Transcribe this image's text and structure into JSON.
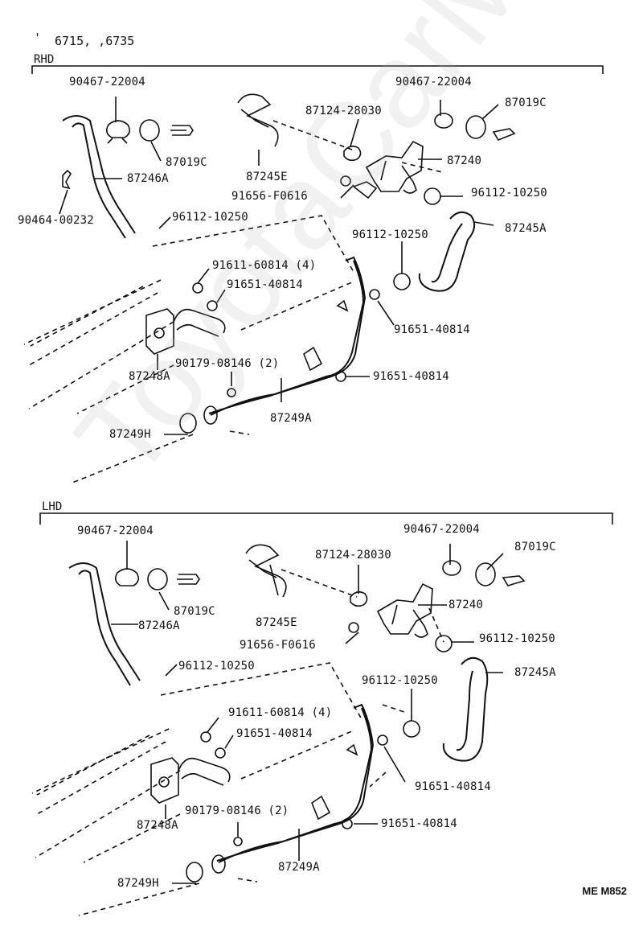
{
  "header": {
    "models": "6715,     ,6735",
    "bullet": "'"
  },
  "sections": {
    "rhd": {
      "title": "RHD"
    },
    "lhd": {
      "title": "LHD"
    }
  },
  "rhd_labels": {
    "clamp1": "90467-22004",
    "clamp2": "90467-22004",
    "grommet1": "87019C",
    "grommet2": "87019C",
    "hose_a": "87246A",
    "clip": "90464-00232",
    "hose_e": "87245E",
    "clamp_a": "87124-28030",
    "valve": "87240",
    "bolt_f": "91656-F0616",
    "hclamp1": "96112-10250",
    "hclamp2": "96112-10250",
    "hclamp3": "96112-10250",
    "hose_245a": "87245A",
    "bolt4": "91611-60814 (4)",
    "bolt5": "91651-40814",
    "bolt6": "91651-40814",
    "bolt7": "91651-40814",
    "plate": "87248A",
    "nut2": "90179-08146 (2)",
    "pipe": "87249A",
    "gasket": "87249H"
  },
  "lhd_labels": {
    "clamp1": "90467-22004",
    "clamp2": "90467-22004",
    "grommet1": "87019C",
    "grommet2": "87019C",
    "hose_a": "87246A",
    "hose_e": "87245E",
    "clamp_a": "87124-28030",
    "valve": "87240",
    "bolt_f": "91656-F0616",
    "hclamp1": "96112-10250",
    "hclamp2": "96112-10250",
    "hclamp3": "96112-10250",
    "hose_245a": "87245A",
    "bolt4": "91611-60814 (4)",
    "bolt5": "91651-40814",
    "bolt6": "91651-40814",
    "bolt7": "91651-40814",
    "plate": "87248A",
    "nut2": "90179-08146 (2)",
    "pipe": "87249A",
    "gasket": "87249H"
  },
  "footer": {
    "code": "ME M852"
  },
  "watermark": "ToyotaCarMe.ru"
}
